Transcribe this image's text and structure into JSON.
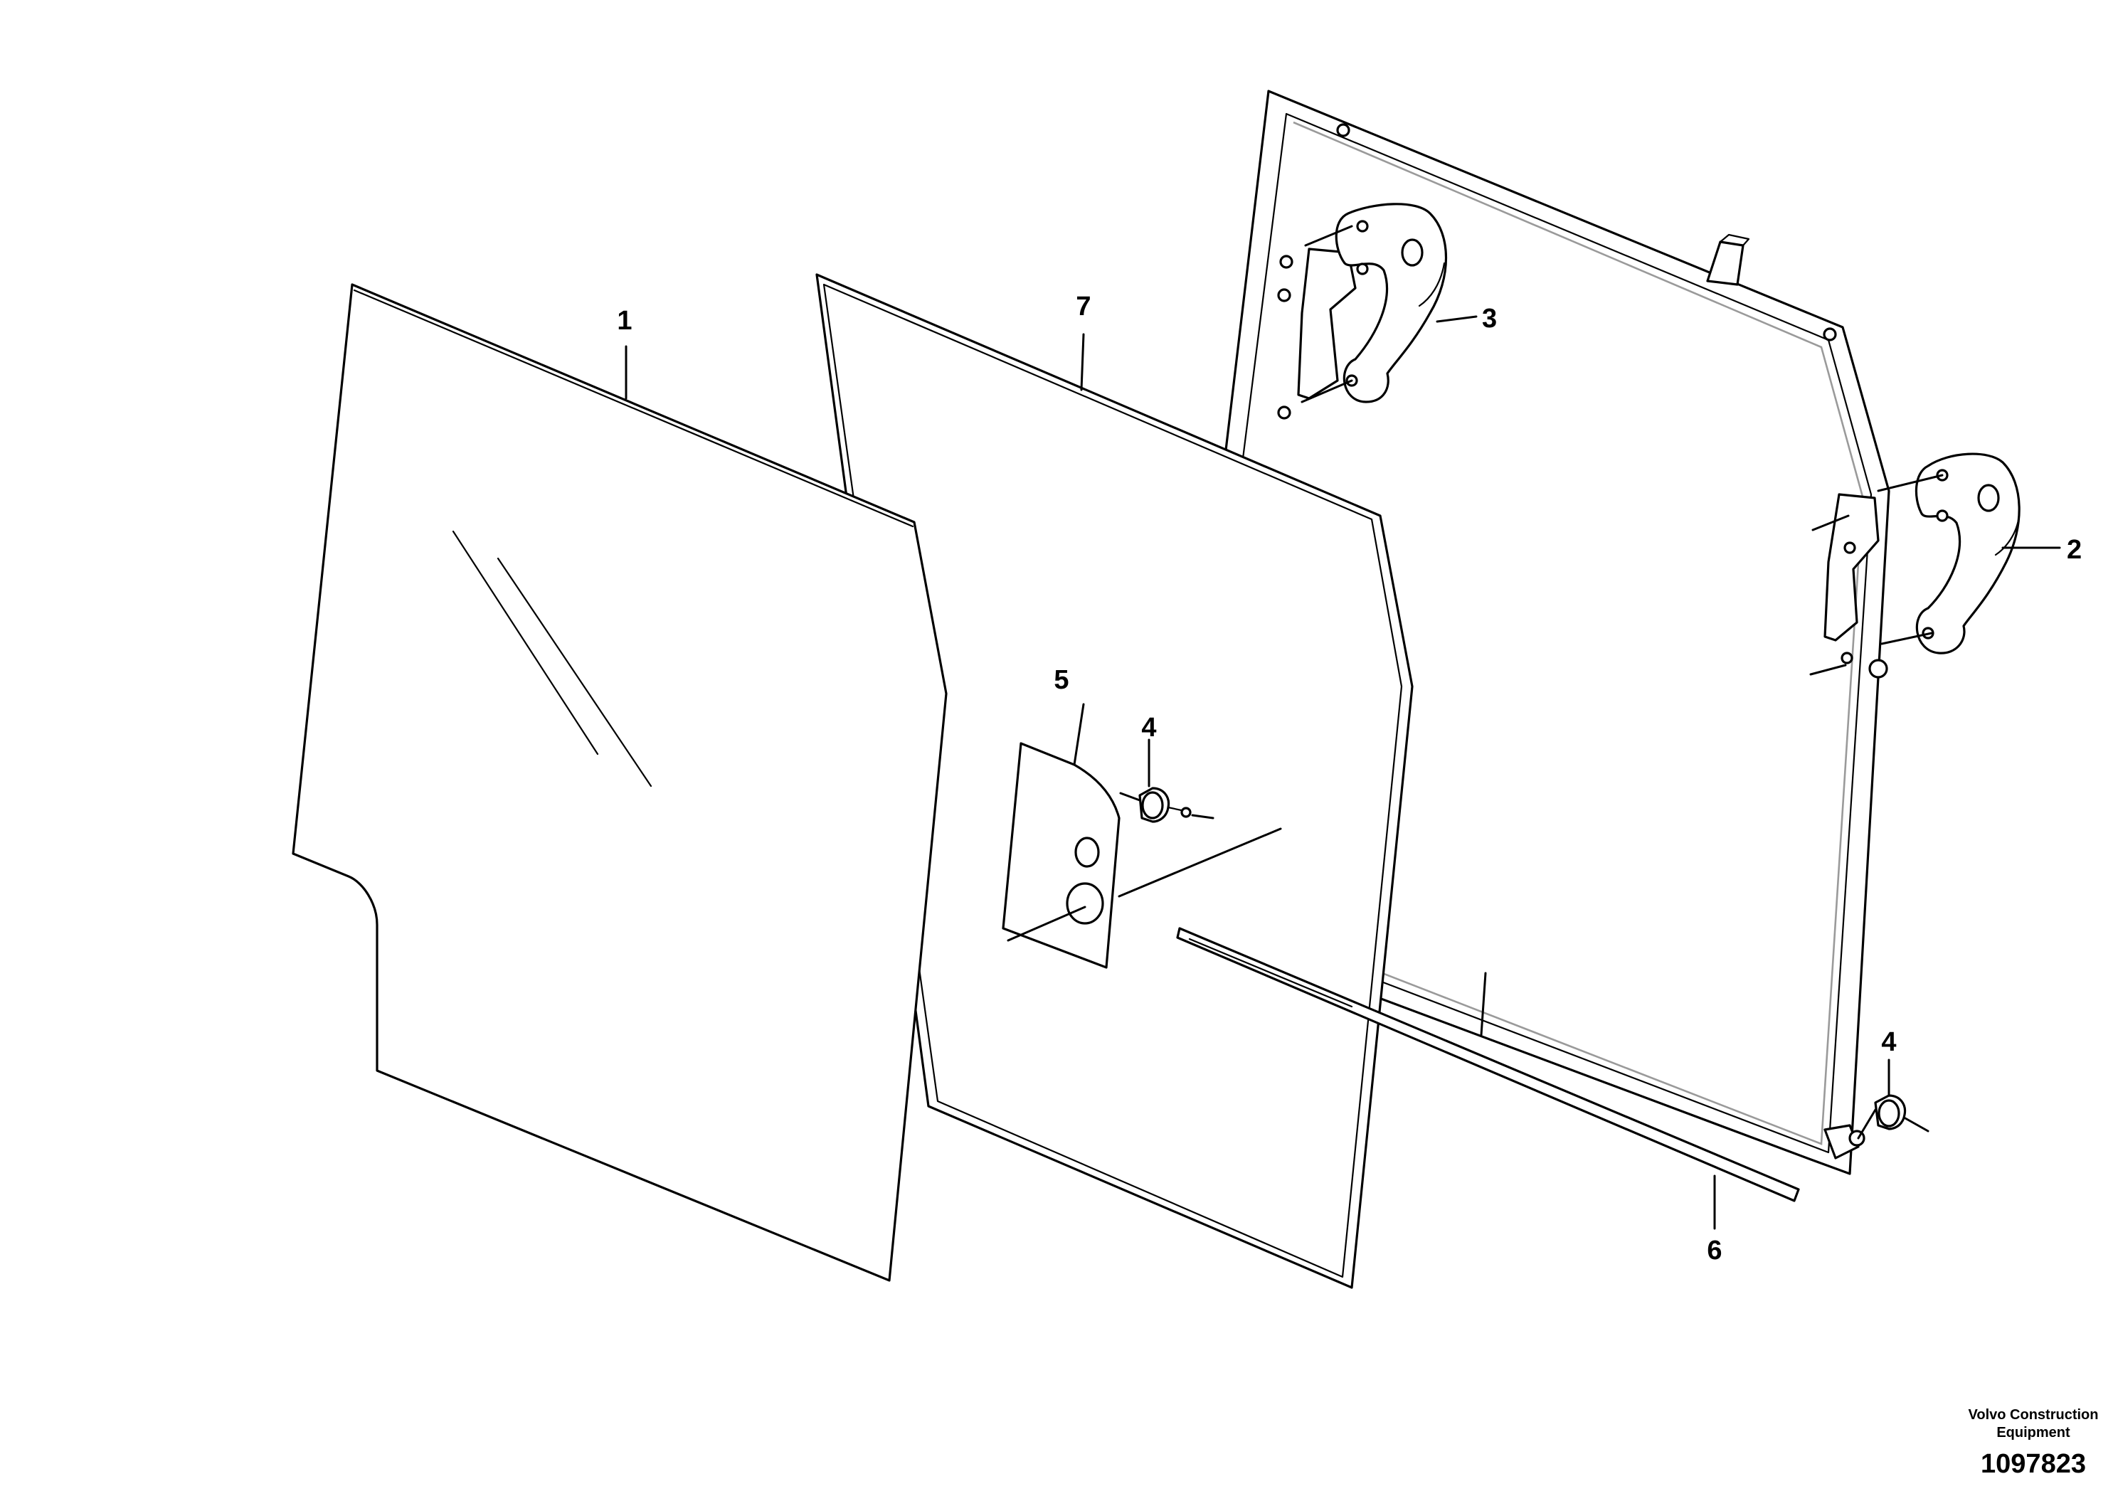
{
  "callouts": [
    {
      "id": "1",
      "label": "1"
    },
    {
      "id": "2",
      "label": "2"
    },
    {
      "id": "3",
      "label": "3"
    },
    {
      "id": "4a",
      "label": "4"
    },
    {
      "id": "4b",
      "label": "4"
    },
    {
      "id": "5",
      "label": "5"
    },
    {
      "id": "6",
      "label": "6"
    },
    {
      "id": "7",
      "label": "7"
    }
  ],
  "footer": {
    "maker_line1": "Volvo Construction",
    "maker_line2": "Equipment",
    "doc_number": "1097823"
  }
}
